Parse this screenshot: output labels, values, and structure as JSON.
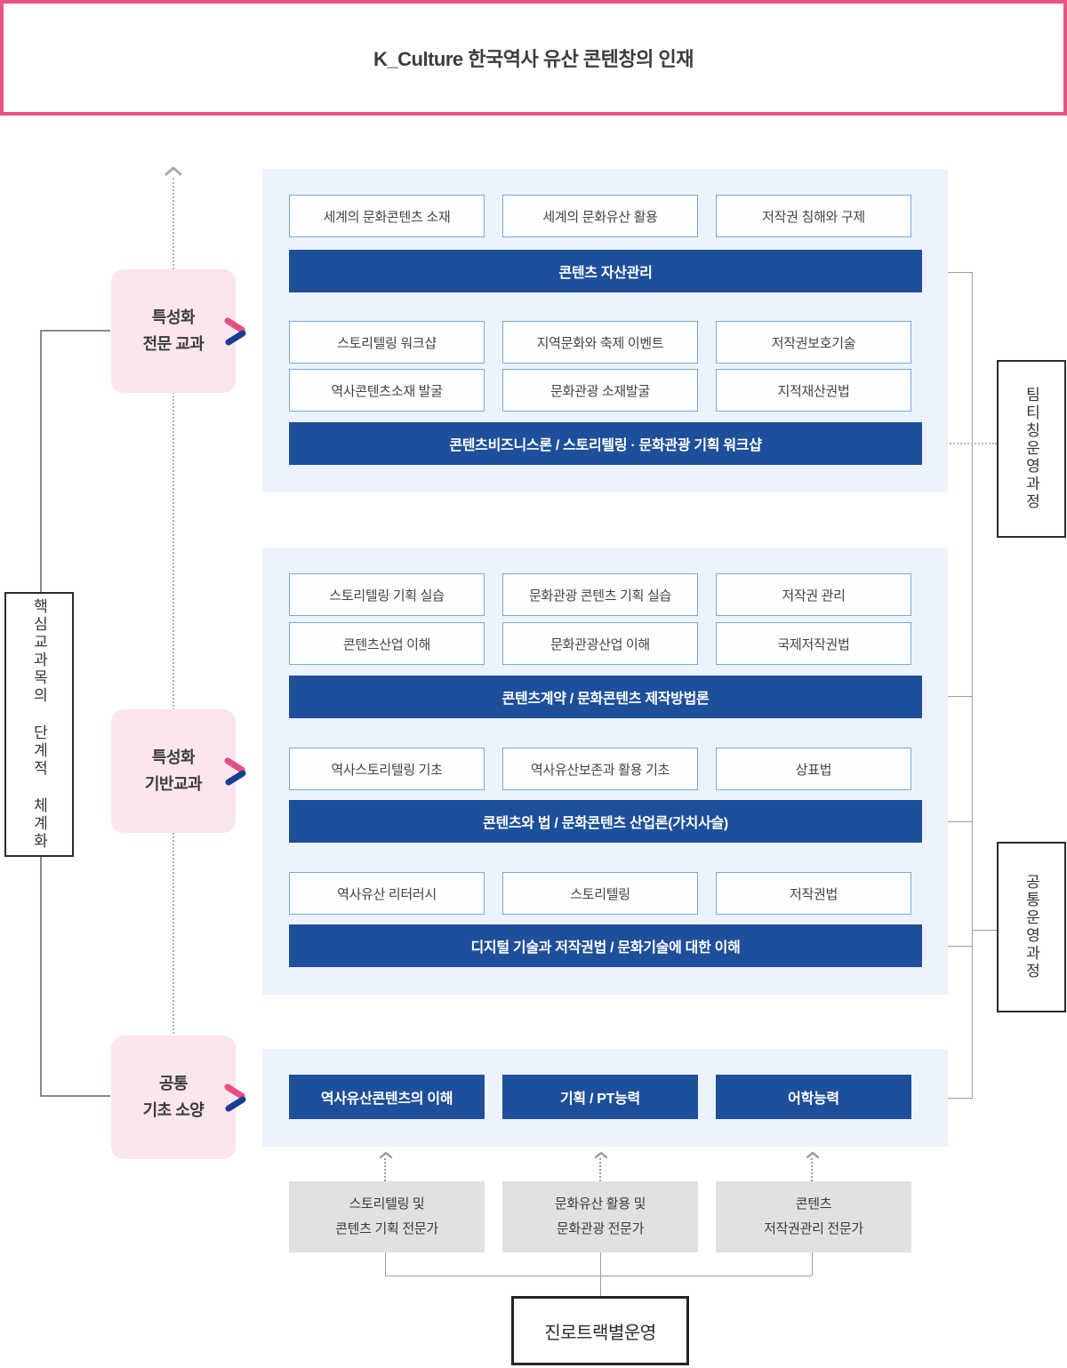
{
  "header": {
    "title": "K_Culture 한국역사 유산 콘텐창의 인재"
  },
  "left_rail": {
    "axis_label": "핵심교과목의 단계적 체계화",
    "categories": [
      {
        "line1": "특성화",
        "line2": "전문 교과"
      },
      {
        "line1": "특성화",
        "line2": "기반교과"
      },
      {
        "line1": "공통",
        "line2": "기초 소양"
      }
    ]
  },
  "right_rail": {
    "team_teaching": "팀티칭운영과정",
    "common_course": "공통운영과정"
  },
  "courses": {
    "advanced": {
      "row1": [
        "세계의 문화콘텐츠 소재",
        "세계의 문화유산 활용",
        "저작권 침해와 구제"
      ],
      "bar1": "콘텐츠 자산관리",
      "row2": [
        "스토리텔링 워크샵",
        "지역문화와 축제 이벤트",
        "저작권보호기술"
      ],
      "row3": [
        "역사콘텐츠소재 발굴",
        "문화관광 소재발굴",
        "지적재산권법"
      ],
      "bar2": "콘텐츠비즈니스론 / 스토리텔링 · 문화관광 기획 워크샵"
    },
    "foundation": {
      "row1": [
        "스토리텔링 기획 실습",
        "문화관광 콘텐츠 기획 실습",
        "저작권 관리"
      ],
      "row2": [
        "콘텐츠산업 이해",
        "문화관광산업 이해",
        "국제저작권법"
      ],
      "bar1": "콘텐츠계약 / 문화콘텐츠 제작방법론",
      "row3": [
        "역사스토리텔링 기초",
        "역사유산보존과 활용 기초",
        "상표법"
      ],
      "bar2": "콘텐츠와 법 / 문화콘텐츠 산업론(가치사슬)",
      "row4": [
        "역사유산 리터러시",
        "스토리텔링",
        "저작권법"
      ],
      "bar3": "디지털 기술과 저작권법 / 문화기술에 대한 이해"
    },
    "basic": {
      "items": [
        "역사유산콘텐츠의 이해",
        "기획 / PT능력",
        "어학능력"
      ]
    }
  },
  "career": {
    "tracks": [
      {
        "line1": "스토리텔링 및",
        "line2": "콘텐츠 기획 전문가"
      },
      {
        "line1": "문화유산 활용 및",
        "line2": "문화관광 전문가"
      },
      {
        "line1": "콘텐츠",
        "line2": "저작권관리 전문가"
      }
    ],
    "footer": "진로트랙별운영"
  },
  "colors": {
    "accent_pink": "#e65586",
    "dark_blue": "#1e4f9a",
    "panel_blue": "#edf3fc",
    "cell_border": "#79a8dc",
    "pink_box": "#fbe6ec",
    "gray_box": "#e1e1e1",
    "chevron_pink": "#e74c84",
    "chevron_blue": "#1b3d91"
  }
}
